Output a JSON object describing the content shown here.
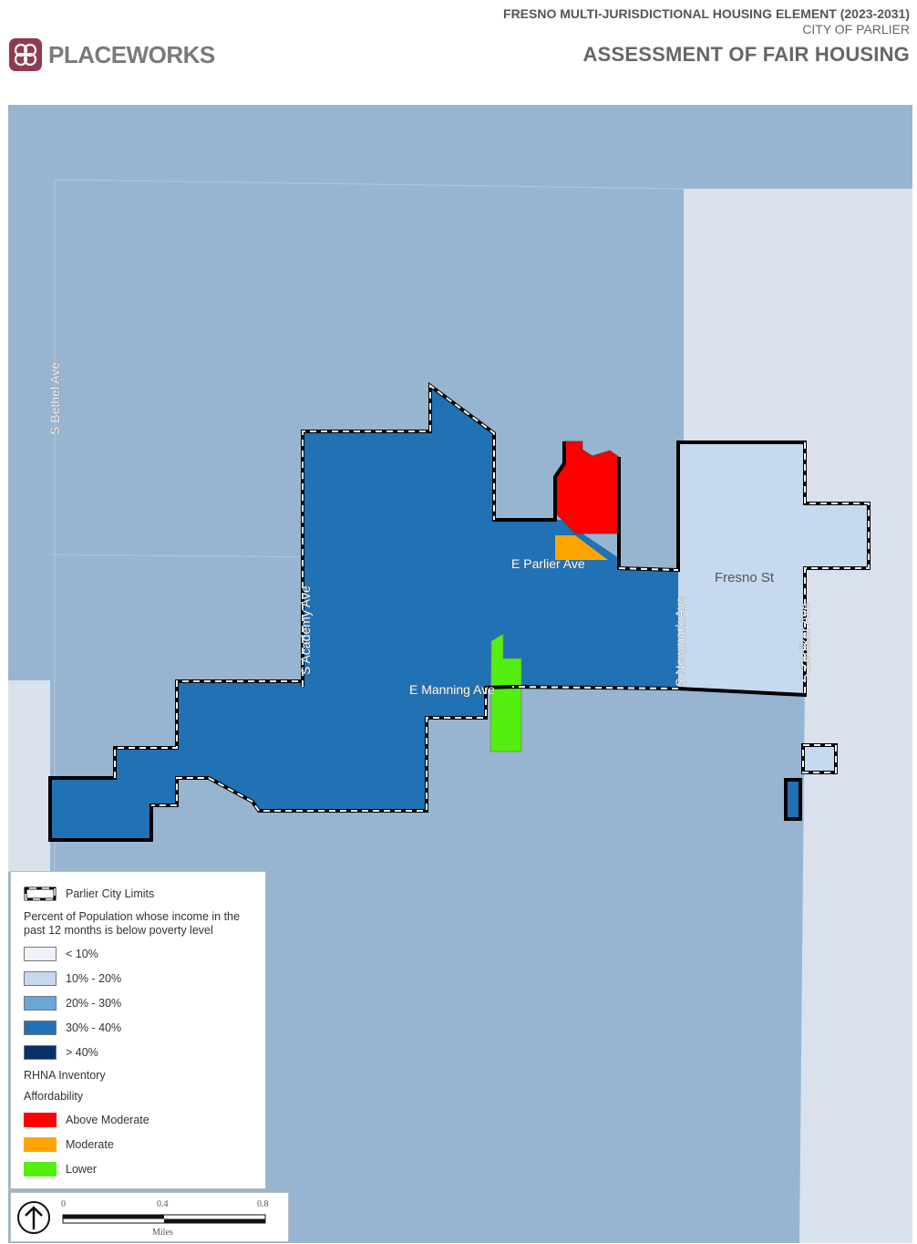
{
  "header": {
    "logo_text": "PLACEWORKS",
    "title": "FRESNO MULTI-JURISDICTIONAL HOUSING ELEMENT (2023-2031)",
    "subtitle": "CITY OF PARLIER",
    "section": "ASSESSMENT OF FAIR HOUSING"
  },
  "map": {
    "roads": {
      "bethel": "S Bethel Ave",
      "academy": "S Academy Ave",
      "parlier": "E Parlier Ave",
      "manning": "E Manning Ave",
      "newmark": "S Newmark Ave",
      "fresno": "Fresno St",
      "zediker": "S Zediker Ave"
    }
  },
  "legend": {
    "city_limits": "Parlier City Limits",
    "poverty_title": "Percent of Population whose income in the past 12 months is below poverty level",
    "classes": [
      {
        "label": "< 10%",
        "color": "#eef3fa"
      },
      {
        "label": "10% - 20%",
        "color": "#c6d9ee"
      },
      {
        "label": "20% - 30%",
        "color": "#6aa7d7"
      },
      {
        "label": "30% - 40%",
        "color": "#2171b5"
      },
      {
        "label": "> 40%",
        "color": "#08306b"
      }
    ],
    "rhna_title": "RHNA Inventory",
    "affordability_title": "Affordability",
    "affordability": [
      {
        "label": "Above Moderate",
        "color": "#ff0000"
      },
      {
        "label": "Moderate",
        "color": "#ffa500"
      },
      {
        "label": "Lower",
        "color": "#55ee11"
      }
    ]
  },
  "scale": {
    "ticks": [
      "0",
      "0.4",
      "0.8"
    ],
    "unit": "Miles"
  }
}
